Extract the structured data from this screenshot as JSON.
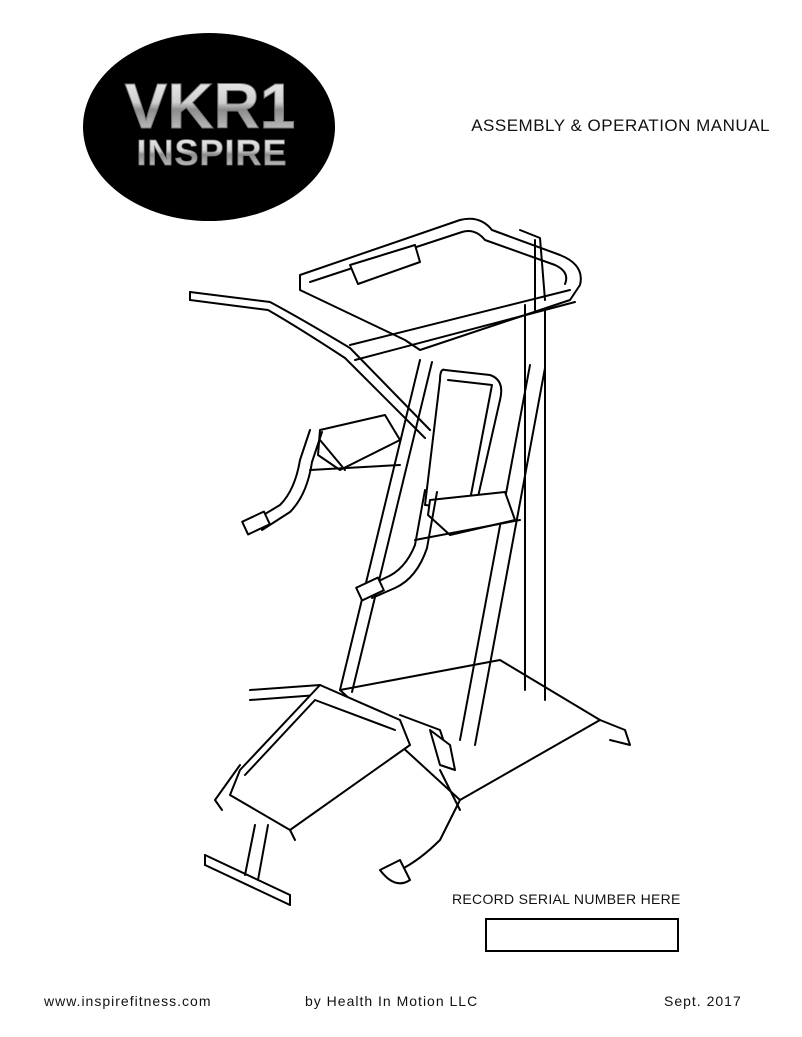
{
  "logo": {
    "line1": "VKR1",
    "line2": "INSPIRE"
  },
  "title": "ASSEMBLY & OPERATION MANUAL",
  "serial": {
    "label": "RECORD SERIAL NUMBER HERE",
    "value": ""
  },
  "footer": {
    "website": "www.inspirefitness.com",
    "publisher": "by Health In Motion LLC",
    "date": "Sept. 2017"
  },
  "illustration": {
    "subject": "vkr1-power-tower-line-drawing"
  }
}
